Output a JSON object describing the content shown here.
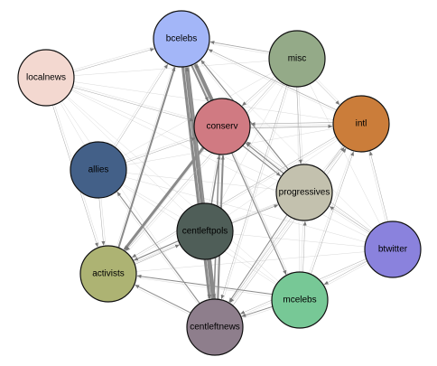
{
  "nodes": [
    {
      "id": "bcelebs",
      "label": "bcelebs",
      "color": "#a3b6f8"
    },
    {
      "id": "misc",
      "label": "misc",
      "color": "#94aa88"
    },
    {
      "id": "localnews",
      "label": "localnews",
      "color": "#f3d8d0"
    },
    {
      "id": "conserv",
      "label": "conserv",
      "color": "#d07a82"
    },
    {
      "id": "intl",
      "label": "intl",
      "color": "#cb7d3a"
    },
    {
      "id": "allies",
      "label": "allies",
      "color": "#436088"
    },
    {
      "id": "progressives",
      "label": "progressives",
      "color": "#c3c1ae"
    },
    {
      "id": "centleftpols",
      "label": "centleftpols",
      "color": "#4f5e58"
    },
    {
      "id": "btwitter",
      "label": "btwitter",
      "color": "#8a82dd"
    },
    {
      "id": "activists",
      "label": "activists",
      "color": "#adb373"
    },
    {
      "id": "mcelebs",
      "label": "mcelebs",
      "color": "#77c896"
    },
    {
      "id": "centleftnews",
      "label": "centleftnews",
      "color": "#8e7e8c"
    }
  ],
  "edges": [
    {
      "from": "centleftnews",
      "to": "bcelebs",
      "weight": 5
    },
    {
      "from": "bcelebs",
      "to": "centleftnews",
      "weight": 3
    },
    {
      "from": "conserv",
      "to": "bcelebs",
      "weight": 4
    },
    {
      "from": "bcelebs",
      "to": "conserv",
      "weight": 2
    },
    {
      "from": "conserv",
      "to": "activists",
      "weight": 3
    },
    {
      "from": "activists",
      "to": "bcelebs",
      "weight": 2
    },
    {
      "from": "centleftnews",
      "to": "conserv",
      "weight": 2
    },
    {
      "from": "conserv",
      "to": "centleftnews",
      "weight": 1.5
    },
    {
      "from": "centleftpols",
      "to": "conserv",
      "weight": 1.5
    },
    {
      "from": "conserv",
      "to": "progressives",
      "weight": 1.2
    },
    {
      "from": "progressives",
      "to": "conserv",
      "weight": 1.2
    },
    {
      "from": "progressives",
      "to": "bcelebs",
      "weight": 1.2
    },
    {
      "from": "conserv",
      "to": "mcelebs",
      "weight": 1.2
    },
    {
      "from": "mcelebs",
      "to": "centleftnews",
      "weight": 1
    },
    {
      "from": "centleftnews",
      "to": "allies",
      "weight": 1
    },
    {
      "from": "mcelebs",
      "to": "activists",
      "weight": 1
    },
    {
      "from": "centleftnews",
      "to": "activists",
      "weight": 1
    },
    {
      "from": "misc",
      "to": "bcelebs",
      "weight": 0.8
    },
    {
      "from": "conserv",
      "to": "intl",
      "weight": 0.8
    },
    {
      "from": "intl",
      "to": "conserv",
      "weight": 0.6
    },
    {
      "from": "centleftpols",
      "to": "progressives",
      "weight": 0.8
    },
    {
      "from": "progressives",
      "to": "centleftnews",
      "weight": 1
    },
    {
      "from": "centleftpols",
      "to": "activists",
      "weight": 1.2
    },
    {
      "from": "activists",
      "to": "centleftpols",
      "weight": 0.6
    },
    {
      "from": "intl",
      "to": "bcelebs",
      "weight": 0.6
    },
    {
      "from": "btwitter",
      "to": "mcelebs",
      "weight": 0.5
    },
    {
      "from": "progressives",
      "to": "intl",
      "weight": 0.5
    },
    {
      "from": "mcelebs",
      "to": "intl",
      "weight": 0.4
    },
    {
      "from": "centleftnews",
      "to": "intl",
      "weight": 0.4
    },
    {
      "from": "misc",
      "to": "centleftnews",
      "weight": 0.4
    },
    {
      "from": "misc",
      "to": "activists",
      "weight": 0.4
    },
    {
      "from": "localnews",
      "to": "bcelebs",
      "weight": 0.3
    },
    {
      "from": "localnews",
      "to": "conserv",
      "weight": 0.3
    },
    {
      "from": "allies",
      "to": "bcelebs",
      "weight": 0.3
    },
    {
      "from": "allies",
      "to": "conserv",
      "weight": 0.3
    },
    {
      "from": "btwitter",
      "to": "intl",
      "weight": 0.3
    },
    {
      "from": "btwitter",
      "to": "progressives",
      "weight": 0.3
    },
    {
      "from": "btwitter",
      "to": "centleftnews",
      "weight": 0.3
    },
    {
      "from": "intl",
      "to": "centleftnews",
      "weight": 0.4
    },
    {
      "from": "intl",
      "to": "activists",
      "weight": 0.3
    },
    {
      "from": "misc",
      "to": "conserv",
      "weight": 0.4
    },
    {
      "from": "misc",
      "to": "progressives",
      "weight": 0.4
    },
    {
      "from": "mcelebs",
      "to": "progressives",
      "weight": 0.4
    },
    {
      "from": "centleftpols",
      "to": "bcelebs",
      "weight": 0.5
    },
    {
      "from": "centleftpols",
      "to": "centleftnews",
      "weight": 1
    },
    {
      "from": "localnews",
      "to": "activists",
      "weight": 0.2
    },
    {
      "from": "allies",
      "to": "activists",
      "weight": 0.3
    },
    {
      "from": "misc",
      "to": "intl",
      "weight": 0.3
    },
    {
      "from": "btwitter",
      "to": "conserv",
      "weight": 0.2
    }
  ]
}
